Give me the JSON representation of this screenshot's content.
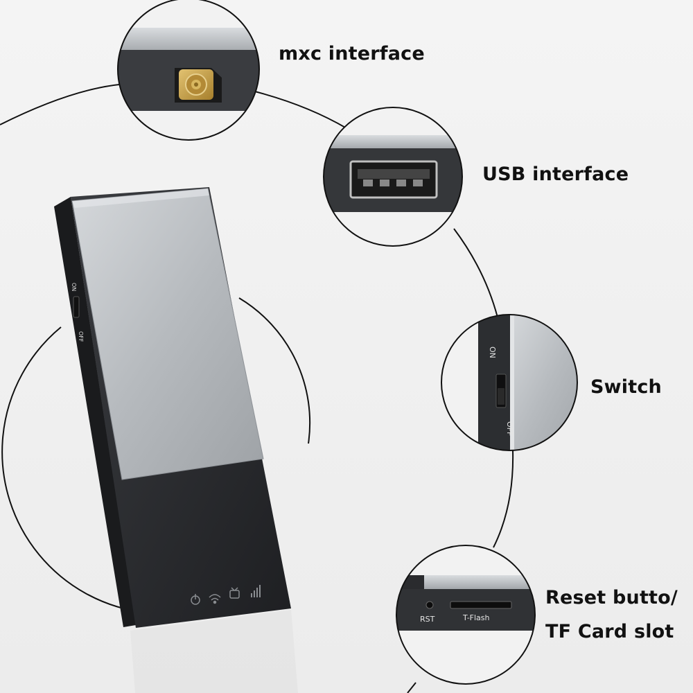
{
  "callouts": {
    "mxc": "mxc interface",
    "usb": "USB interface",
    "switch": "Switch",
    "reset": "Reset butto/",
    "tf": "TF Card slot"
  },
  "device_markings": {
    "switch_on": "ON",
    "switch_off": "OFF",
    "rst": "RST",
    "tflash": "T-Flash"
  },
  "icons": [
    "power-icon",
    "wifi-icon",
    "tv-icon",
    "signal-icon"
  ],
  "colors": {
    "silver": "#b9bcc0",
    "body": "#2b2d30",
    "gold": "#c9a24a",
    "line": "#111111"
  }
}
